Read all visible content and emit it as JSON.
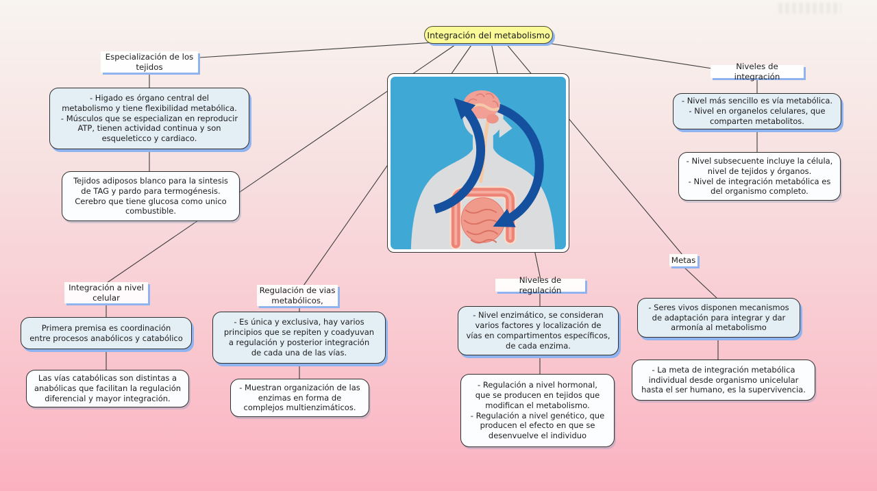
{
  "root": {
    "label": "Integración del metabolismo"
  },
  "branches": {
    "especializacion": {
      "label": "Especialización de los\ntejidos",
      "box1": "- Higado es órgano central del\nmetabolismo y tiene flexibilidad metabólica.\n- Músculos que se especializan en reproducir\nATP, tienen actividad continua y son\nesqueleticco y cardiaco.",
      "box2": "Tejidos adiposos blanco para la sintesis\nde TAG y pardo para termogénesis.\nCerebro que tiene glucosa como unico\ncombustible."
    },
    "niveles_integracion": {
      "label": "Niveles de integración",
      "box1": "- Nivel más sencillo es vía metabólica.\n- Nivel en organelos celulares, que\ncomparten metabolitos.",
      "box2": "- Nivel subsecuente incluye la célula,\nnivel de tejidos y órganos.\n- Nivel de integración metabólica es\ndel organismo completo."
    },
    "integracion_celular": {
      "label": "Integración a nivel\ncelular",
      "box1": "Primera premisa es coordinación\nentre procesos anabólicos y catabólico",
      "box2": "Las vías catabólicas son distintas a\nanabólicas que facilitan la regulación\ndiferencial y mayor integración."
    },
    "regulacion_vias": {
      "label": "Regulación de vias\nmetabólicos,",
      "box1": "- Es única y exclusiva, hay varios\nprincipios que se repiten y coadyuvan\na regulación y posterior integración\nde cada una de las vías.",
      "box2": "- Muestran organización de las\nenzimas en forma de\ncomplejos multienzimáticos."
    },
    "niveles_regulacion": {
      "label": "Niveles de regulación",
      "box1": "- Nivel enzimático, se consideran\nvarios factores y localización de\nvías en compartimentos específicos,\nde cada enzima.",
      "box2": "- Regulación a nivel hormonal,\nque se producen en tejidos que\nmodifican el metabolismo.\n- Regulación a nivel genético, que\nproducen el efecto en que se\ndesenvuelve el individuo"
    },
    "metas": {
      "label": "Metas",
      "box1": "- Seres vivos disponen mecanismos\nde adaptación para integrar y dar\narmonía al metabolismo",
      "box2": "- La meta de integración metabólica\nindividual desde organismo unicelular\nhasta el ser humano, es la supervivencia."
    }
  },
  "figure": {
    "name": "human-body-metabolism-cycle",
    "background": "#3fa8d5",
    "body_color": "#dadcde",
    "brain_color": "#f2a096",
    "intestine_color": "#ec8577",
    "arrow_color": "#15509e"
  },
  "colors": {
    "root_fill": "#fbfa98",
    "box_blue": "#e4eef5",
    "box_white": "#fcfdfe",
    "shadow_blue": "#8fb3ee",
    "connector": "#3b3b3b"
  }
}
